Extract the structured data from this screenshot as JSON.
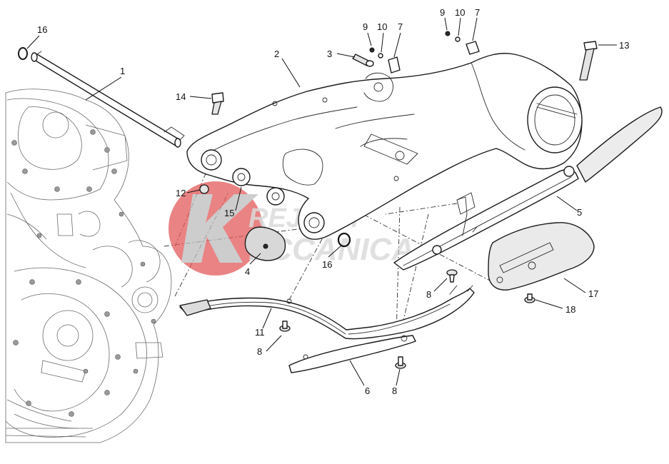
{
  "diagram": {
    "callouts": [
      {
        "id": "c16a",
        "text": "16"
      },
      {
        "id": "c1",
        "text": "1"
      },
      {
        "id": "c2",
        "text": "2"
      },
      {
        "id": "c9a",
        "text": "9"
      },
      {
        "id": "c10a",
        "text": "10"
      },
      {
        "id": "c7a",
        "text": "7"
      },
      {
        "id": "c3",
        "text": "3"
      },
      {
        "id": "c9b",
        "text": "9"
      },
      {
        "id": "c10b",
        "text": "10"
      },
      {
        "id": "c7b",
        "text": "7"
      },
      {
        "id": "c13",
        "text": "13"
      },
      {
        "id": "c14",
        "text": "14"
      },
      {
        "id": "c12",
        "text": "12"
      },
      {
        "id": "c15",
        "text": "15"
      },
      {
        "id": "c4",
        "text": "4"
      },
      {
        "id": "c16b",
        "text": "16"
      },
      {
        "id": "c5",
        "text": "5"
      },
      {
        "id": "c8a",
        "text": "8"
      },
      {
        "id": "c17",
        "text": "17"
      },
      {
        "id": "c18",
        "text": "18"
      },
      {
        "id": "c11",
        "text": "11"
      },
      {
        "id": "c8b",
        "text": "8"
      },
      {
        "id": "c6",
        "text": "6"
      },
      {
        "id": "c8c",
        "text": "8"
      }
    ]
  },
  "watermark": {
    "line1": "REJECH",
    "line2": "ECCANICA",
    "logo_letter": "K",
    "logo_color": "#e04a4a"
  }
}
